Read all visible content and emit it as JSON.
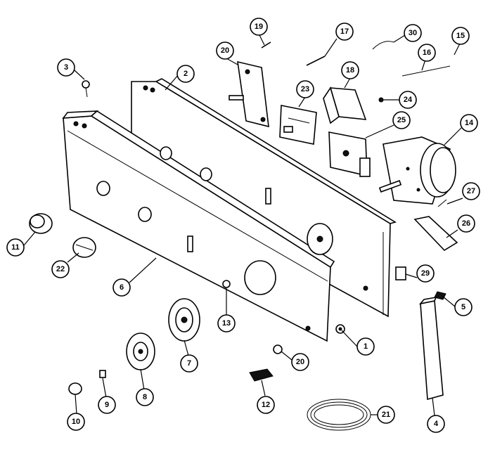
{
  "diagram": {
    "callouts": [
      {
        "id": "c1",
        "label": "1"
      },
      {
        "id": "c2",
        "label": "2"
      },
      {
        "id": "c3",
        "label": "3"
      },
      {
        "id": "c4",
        "label": "4"
      },
      {
        "id": "c5",
        "label": "5"
      },
      {
        "id": "c6",
        "label": "6"
      },
      {
        "id": "c7",
        "label": "7"
      },
      {
        "id": "c8",
        "label": "8"
      },
      {
        "id": "c9",
        "label": "9"
      },
      {
        "id": "c10",
        "label": "10"
      },
      {
        "id": "c11",
        "label": "11"
      },
      {
        "id": "c12",
        "label": "12"
      },
      {
        "id": "c13",
        "label": "13"
      },
      {
        "id": "c14",
        "label": "14"
      },
      {
        "id": "c15",
        "label": "15"
      },
      {
        "id": "c16",
        "label": "16"
      },
      {
        "id": "c17",
        "label": "17"
      },
      {
        "id": "c18",
        "label": "18"
      },
      {
        "id": "c19",
        "label": "19"
      },
      {
        "id": "c20a",
        "label": "20"
      },
      {
        "id": "c20b",
        "label": "20"
      },
      {
        "id": "c21",
        "label": "21"
      },
      {
        "id": "c22",
        "label": "22"
      },
      {
        "id": "c23",
        "label": "23"
      },
      {
        "id": "c24",
        "label": "24"
      },
      {
        "id": "c25",
        "label": "25"
      },
      {
        "id": "c26",
        "label": "26"
      },
      {
        "id": "c27",
        "label": "27"
      },
      {
        "id": "c29",
        "label": "29"
      },
      {
        "id": "c30",
        "label": "30"
      }
    ]
  }
}
